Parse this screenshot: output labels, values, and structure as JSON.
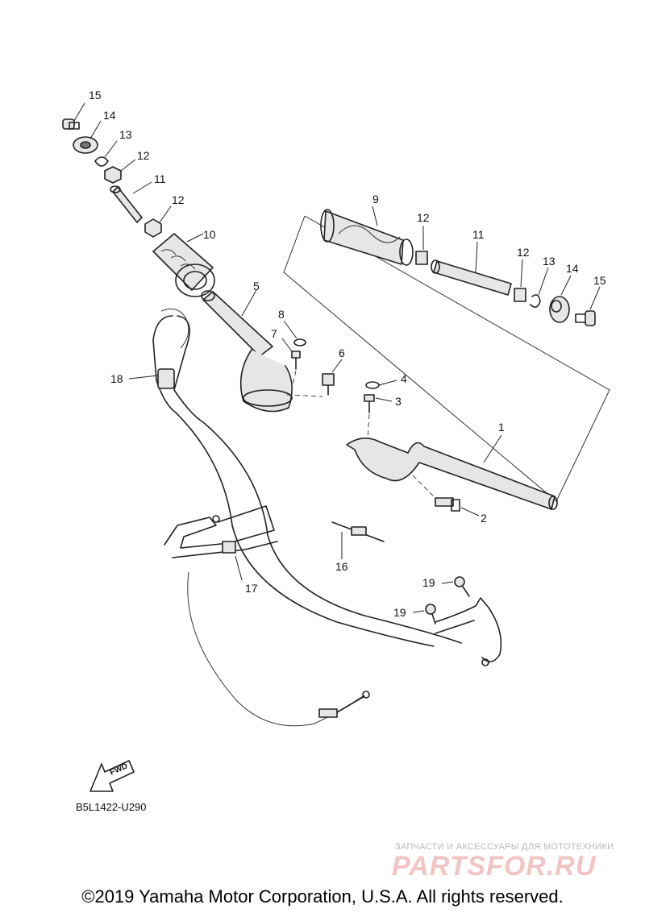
{
  "callouts": [
    {
      "id": "p15a",
      "text": "15"
    },
    {
      "id": "p14a",
      "text": "14"
    },
    {
      "id": "p13a",
      "text": "13"
    },
    {
      "id": "p12a",
      "text": "12"
    },
    {
      "id": "p11a",
      "text": "11"
    },
    {
      "id": "p12b",
      "text": "12"
    },
    {
      "id": "p10",
      "text": "10"
    },
    {
      "id": "p9",
      "text": "9"
    },
    {
      "id": "p12c",
      "text": "12"
    },
    {
      "id": "p11b",
      "text": "11"
    },
    {
      "id": "p12d",
      "text": "12"
    },
    {
      "id": "p13b",
      "text": "13"
    },
    {
      "id": "p14b",
      "text": "14"
    },
    {
      "id": "p15b",
      "text": "15"
    },
    {
      "id": "p5",
      "text": "5"
    },
    {
      "id": "p8",
      "text": "8"
    },
    {
      "id": "p7",
      "text": "7"
    },
    {
      "id": "p6",
      "text": "6"
    },
    {
      "id": "p4",
      "text": "4"
    },
    {
      "id": "p3",
      "text": "3"
    },
    {
      "id": "p18",
      "text": "18"
    },
    {
      "id": "p1",
      "text": "1"
    },
    {
      "id": "p2",
      "text": "2"
    },
    {
      "id": "p16",
      "text": "16"
    },
    {
      "id": "p17",
      "text": "17"
    },
    {
      "id": "p19a",
      "text": "19"
    },
    {
      "id": "p19b",
      "text": "19"
    }
  ],
  "fwd_label": "FWD",
  "diagram_code": "B5L1422-U290",
  "watermark": {
    "tagline": "ЗАПЧАСТИ И АКСЕССУАРЫ ДЛЯ МОТОТЕХНИКИ",
    "logo": "PARTSFOR.RU"
  },
  "copyright": "©2019 Yamaha Motor Corporation, U.S.A. All rights reserved."
}
